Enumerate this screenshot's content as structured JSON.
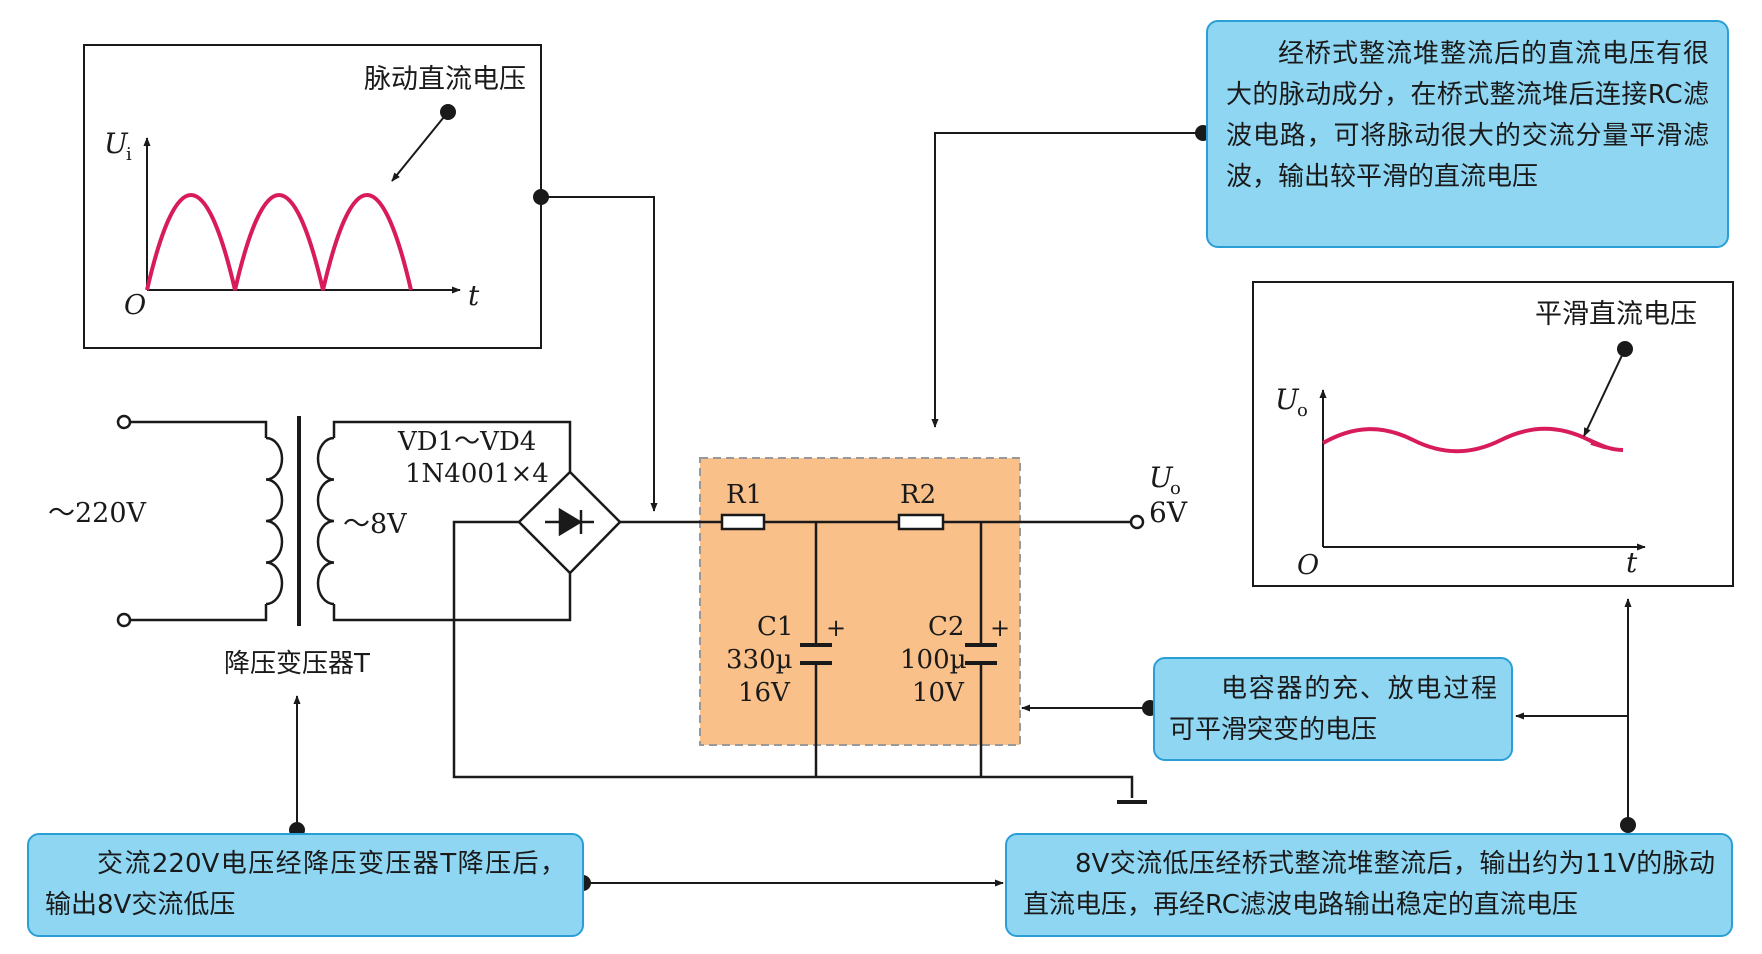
{
  "callouts": {
    "bridge_note": "经桥式整流堆整流后的直流电压有很大的脉动成分，在桥式整流堆后连接RC滤波电路，可将脉动很大的交流分量平滑滤波，输出较平滑的直流电压",
    "capacitor_note": "电容器的充、放电过程可平滑突变的电压",
    "transformer_note": "交流220V电压经降压变压器T降压后，输出8V交流低压",
    "output_note": "8V交流低压经桥式整流堆整流后，输出约为11V的脉动直流电压，再经RC滤波电路输出稳定的直流电压"
  },
  "pulsating_graph": {
    "title": "脉动直流电压",
    "y_axis": "U",
    "y_sub": "i",
    "x_axis": "t",
    "origin": "O"
  },
  "smooth_graph": {
    "title": "平滑直流电压",
    "y_axis": "U",
    "y_sub": "o",
    "x_axis": "t",
    "origin": "O"
  },
  "circuit": {
    "input_voltage": "～220V",
    "secondary_voltage": "～8V",
    "transformer_label": "降压变压器T",
    "bridge_name": "VD1～VD4",
    "bridge_part": "1N4001×4",
    "r1": "R1",
    "r2": "R2",
    "c1_name": "C1",
    "c1_value": "330µ",
    "c1_voltage": "16V",
    "c2_name": "C2",
    "c2_value": "100µ",
    "c2_voltage": "10V",
    "plus": "+",
    "output_symbol": "U",
    "output_sub": "o",
    "output_voltage": "6V"
  },
  "colors": {
    "callout_fill": "#8fd6f2",
    "callout_border": "#2a9fd6",
    "filter_fill": "#f9c08a",
    "waveform": "#d81b5b",
    "wire": "#1a1a1a"
  }
}
